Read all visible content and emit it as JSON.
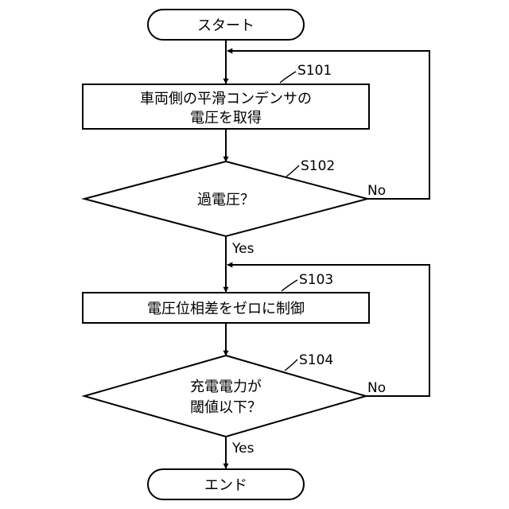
{
  "flowchart": {
    "start": {
      "label": "スタート"
    },
    "end": {
      "label": "エンド"
    },
    "steps": [
      {
        "id": "S101",
        "lines": [
          "車両側の平滑コンデンサの",
          "電圧を取得"
        ]
      },
      {
        "id": "S102",
        "lines": [
          "過電圧？"
        ]
      },
      {
        "id": "S103",
        "lines": [
          "電圧位相差をゼロに制御"
        ]
      },
      {
        "id": "S104",
        "lines": [
          "充電電力が",
          "閾値以下？"
        ]
      }
    ],
    "branches": {
      "yes": "Yes",
      "no": "No"
    }
  }
}
